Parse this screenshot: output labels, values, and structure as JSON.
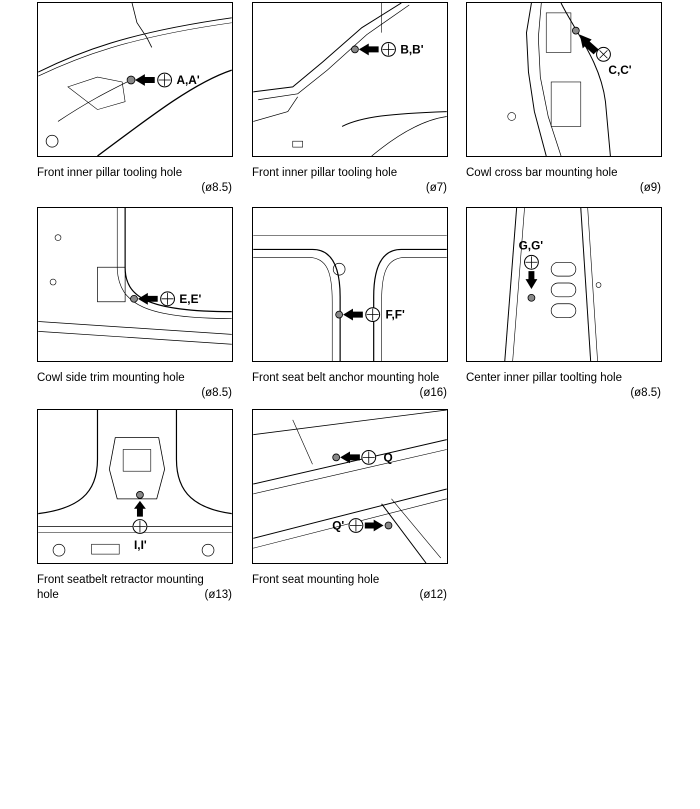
{
  "panels": [
    {
      "caption": "Front inner pillar tooling hole",
      "diameter": "(ø8.5)",
      "label": "A,A'"
    },
    {
      "caption": "Front inner pillar tooling hole",
      "diameter": "(ø7)",
      "label": "B,B'"
    },
    {
      "caption": "Cowl cross bar mounting hole",
      "diameter": "(ø9)",
      "label": "C,C'"
    },
    {
      "caption": "Cowl side trim mounting hole",
      "diameter": "(ø8.5)",
      "label": "E,E'"
    },
    {
      "caption": "Front seat belt anchor mounting hole",
      "diameter": "(ø16)",
      "label": "F,F'"
    },
    {
      "caption": "Center inner pillar toolting hole",
      "diameter": "(ø8.5)",
      "label": "G,G'"
    },
    {
      "caption_line1": "Front seatbelt retractor mounting",
      "caption_line2": "hole",
      "diameter": "(ø13)",
      "label": "I,I'"
    },
    {
      "caption": "Front seat mounting hole",
      "diameter": "(ø12)",
      "label_a": "Q",
      "label_b": "Q'"
    }
  ]
}
